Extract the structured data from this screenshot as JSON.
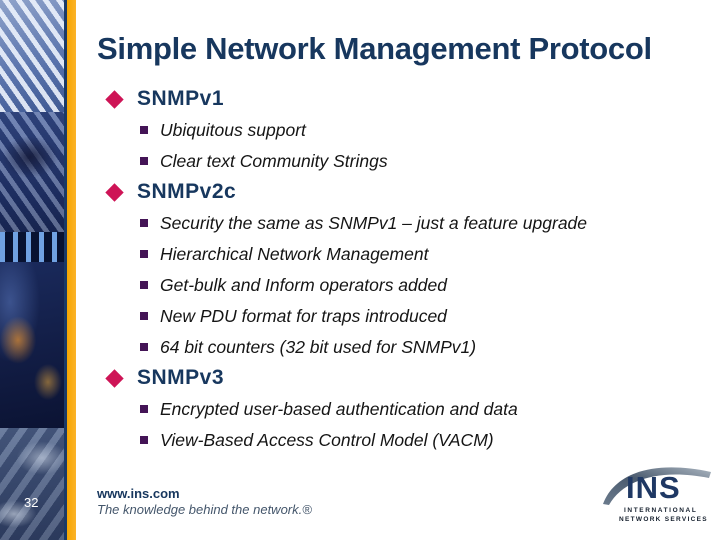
{
  "slide": {
    "title": "Simple Network Management Protocol",
    "page_number": "32",
    "sections": [
      {
        "heading": "SNMPv1",
        "items": [
          "Ubiquitous support",
          "Clear text Community Strings"
        ]
      },
      {
        "heading": "SNMPv2c",
        "items": [
          "Security the same as SNMPv1 – just a feature upgrade",
          "Hierarchical Network Management",
          "Get-bulk and Inform operators added",
          "New PDU format for traps introduced",
          "64 bit counters (32 bit used for SNMPv1)"
        ]
      },
      {
        "heading": "SNMPv3",
        "items": [
          "Encrypted user-based authentication and data",
          "View-Based Access Control Model (VACM)"
        ]
      }
    ],
    "footer": {
      "url": "www.ins.com",
      "tagline": "The knowledge behind the network.®"
    },
    "logo": {
      "name": "INS",
      "line1": "INTERNATIONAL",
      "line2": "NETWORK SERVICES"
    },
    "colors": {
      "title_navy": "#17375e",
      "diamond_bullet": "#ce1456",
      "square_bullet": "#441456",
      "accent_yellow": "#f7a600",
      "logo_navy": "#1f3864"
    }
  }
}
